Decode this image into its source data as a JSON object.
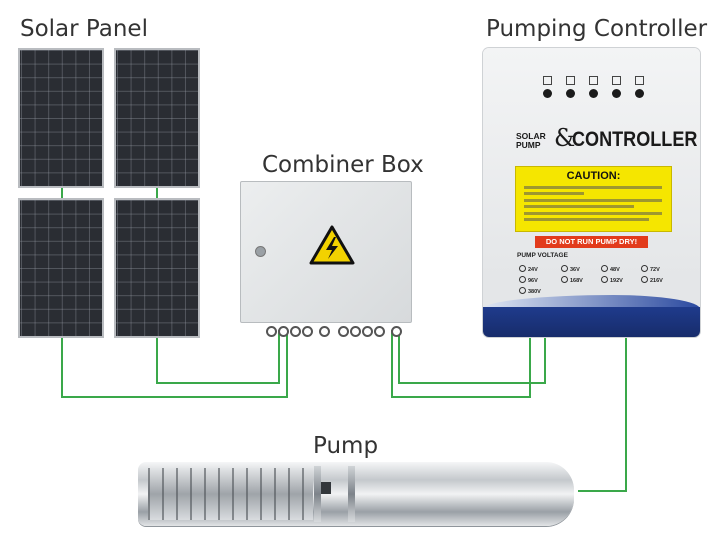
{
  "labels": {
    "solar_panel": "Solar Panel",
    "combiner_box": "Combiner Box",
    "pumping_controller": "Pumping Controller",
    "pump": "Pump"
  },
  "colors": {
    "wire": "#3aa84a",
    "label": "#333333",
    "controller_blue": "#1f3b8c",
    "caution_yellow": "#f5e600",
    "warning_red": "#e23b1c"
  },
  "controller": {
    "brand_small": "SOLAR\nPUMP",
    "brand_amp": "&",
    "brand_big": "CONTROLLER",
    "caution_title": "CAUTION:",
    "do_not_run": "DO NOT RUN PUMP DRY!",
    "pump_voltage_title": "PUMP VOLTAGE",
    "voltage_options": [
      "24V",
      "36V",
      "48V",
      "72V",
      "96V",
      "168V",
      "192V",
      "216V",
      "380V"
    ]
  }
}
